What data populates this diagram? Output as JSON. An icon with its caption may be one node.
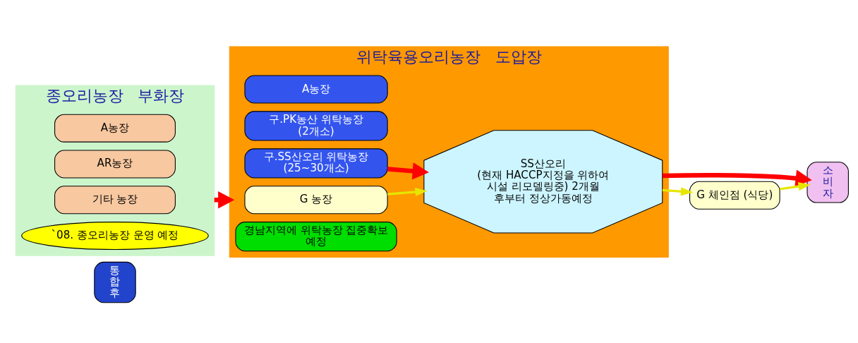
{
  "diagram": {
    "nodes": [
      {
        "text": [
          "통합후"
        ]
      },
      {
        "text": [
          "종오리농장",
          "부화장"
        ]
      },
      {
        "text": [
          "A농장"
        ],
        "in": 1
      },
      {
        "text": [
          "AR농장"
        ],
        "in": 1
      },
      {
        "text": [
          "기타 농장"
        ],
        "in": 1
      },
      {
        "text": [
          "`08. 종오리농장 운영 예정"
        ],
        "in": 1
      },
      {
        "text": [
          "위탁육용오리농장",
          "도압장"
        ]
      },
      {
        "text": [
          "A농장"
        ],
        "in": 6
      },
      {
        "text": [
          "구.PK농산 위탁농장 (2개소)"
        ],
        "in": 6
      },
      {
        "text": [
          "구.SS산오리 위탁농장 (25~30개소)"
        ],
        "in": 6
      },
      {
        "text": [
          "G 농장"
        ],
        "in": 6
      },
      {
        "text": [
          "경남지역에 위탁농장 집중확보 예정"
        ],
        "in": 6
      },
      {
        "text": [
          "SS산오리",
          "(현재 HACCP지정을 위하여 시설 리모델링중) 2개월 후부터 정상가동예정"
        ],
        "in": 6
      },
      {
        "text": [
          "소비자"
        ]
      },
      {
        "text": [
          "G 체인점 (식당)"
        ]
      }
    ],
    "edges": [
      {
        "from": 1,
        "to": 6,
        "arrow": "to",
        "style": "thick",
        "color": "#ff0000"
      },
      {
        "from": 9,
        "to": 12,
        "arrow": "to",
        "style": "thick",
        "color": "#ff0000"
      },
      {
        "from": 10,
        "to": 12,
        "arrow": "to",
        "color": "#e6e600"
      },
      {
        "from": 12,
        "to": 13,
        "arrow": "to",
        "style": "thick",
        "color": "#ff0000"
      },
      {
        "from": 12,
        "to": 14,
        "arrow": "to",
        "color": "#e6e600"
      },
      {
        "from": 14,
        "to": 13,
        "arrow": "to",
        "color": "#e6e600"
      }
    ]
  }
}
